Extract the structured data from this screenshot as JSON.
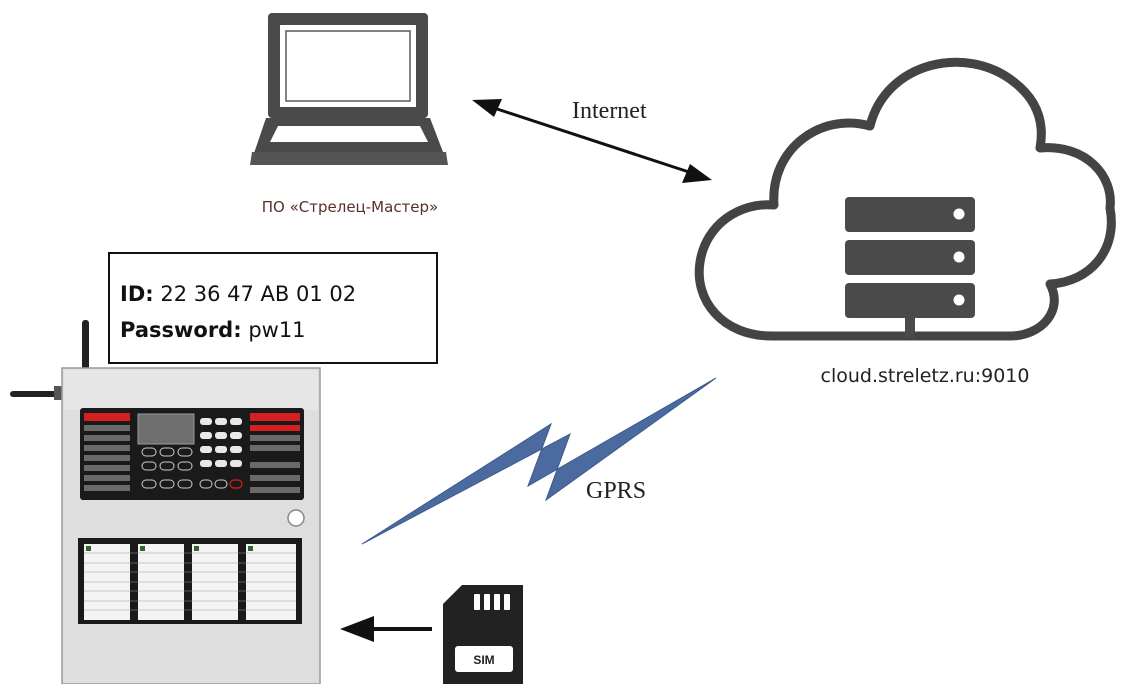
{
  "software": {
    "label": "ПО «Стрелец-Мастер»"
  },
  "links": {
    "internet": "Internet",
    "gprs": "GPRS"
  },
  "cloud": {
    "address": "cloud.streletz.ru:9010"
  },
  "credentials": {
    "id_label": "ID:",
    "id_value": "22 36 47 AB 01 02",
    "password_label": "Password:",
    "password_value": "pw11"
  },
  "sim_card": {
    "label": "SIM"
  },
  "colors": {
    "dark_gray": "#444444",
    "panel_gray": "#dcdcdc",
    "panel_border": "#9a9a9a",
    "lightning_blue": "#3d5a8c",
    "software_label": "#5a2e2a",
    "red_led": "#d42020"
  }
}
